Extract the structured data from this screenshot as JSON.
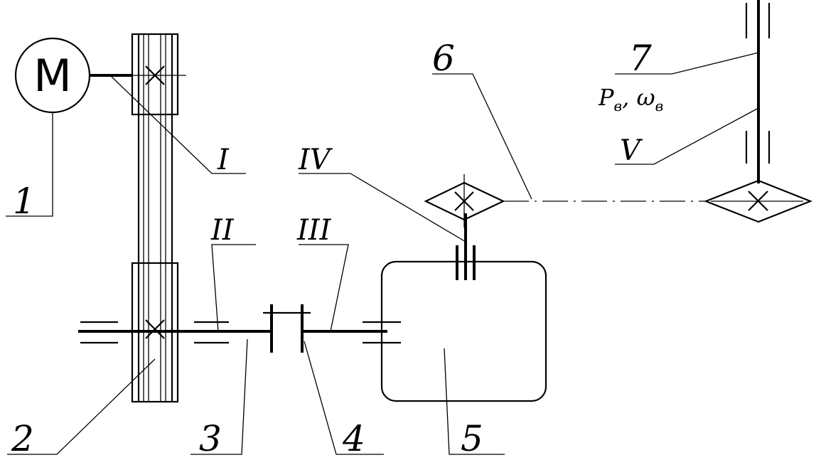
{
  "diagram": {
    "motor_symbol": "M",
    "callouts": [
      "1",
      "2",
      "3",
      "4",
      "5",
      "6",
      "7"
    ],
    "shafts": [
      "I",
      "II",
      "III",
      "IV",
      "V"
    ],
    "power_label": {
      "P": "P",
      "P_sub": "в",
      "sep": ", ",
      "omega": "ω",
      "omega_sub": "в"
    }
  }
}
